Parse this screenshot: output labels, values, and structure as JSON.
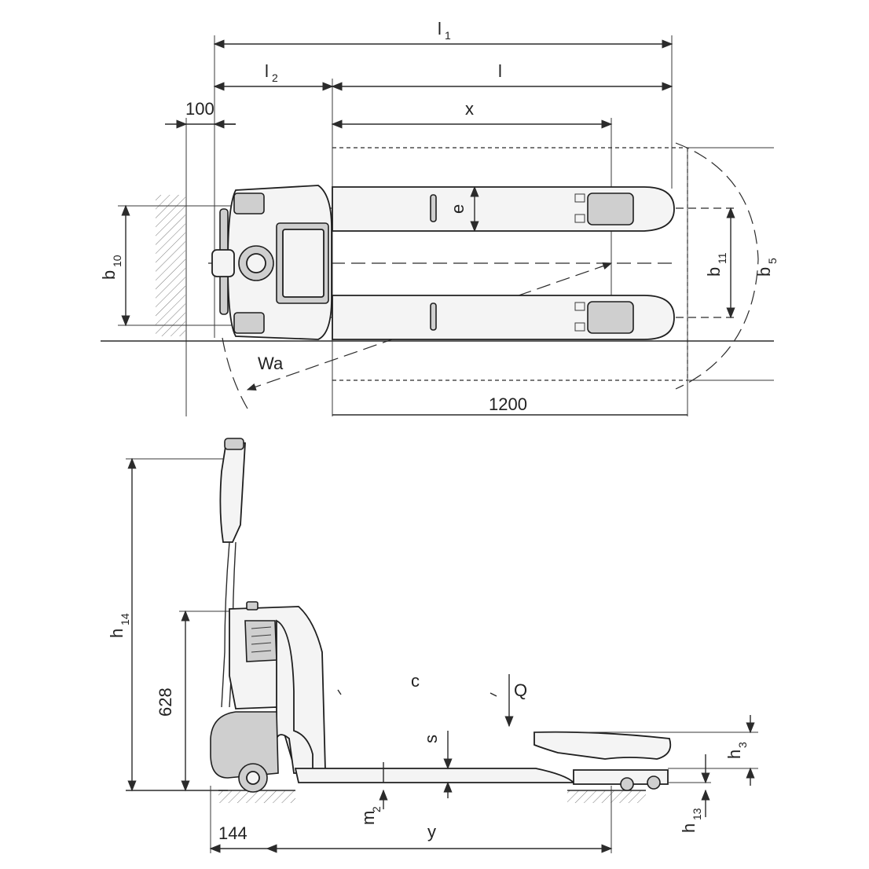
{
  "top_view": {
    "dimensions": {
      "l1": {
        "main": "l",
        "sub": "1"
      },
      "l2": {
        "main": "l",
        "sub": "2"
      },
      "l": "l",
      "offset_100": "100",
      "x": "x",
      "e": "e",
      "b10": {
        "main": "b",
        "sub": "10"
      },
      "b11": {
        "main": "b",
        "sub": "11"
      },
      "b5": {
        "main": "b",
        "sub": "5"
      },
      "wa": "Wa",
      "pallet_1200": "1200"
    }
  },
  "side_view": {
    "dimensions": {
      "h14": {
        "main": "h",
        "sub": "14"
      },
      "h628": "628",
      "c": "c",
      "q": "Q",
      "s": "s",
      "h3": {
        "main": "h",
        "sub": "3"
      },
      "h13": {
        "main": "h",
        "sub": "13"
      },
      "m2": {
        "main": "m",
        "sub": "2"
      },
      "y": "y",
      "offset_144": "144"
    }
  },
  "colors": {
    "ink": "#2b2b2b",
    "ground_hatch": "#7a7a7a"
  }
}
